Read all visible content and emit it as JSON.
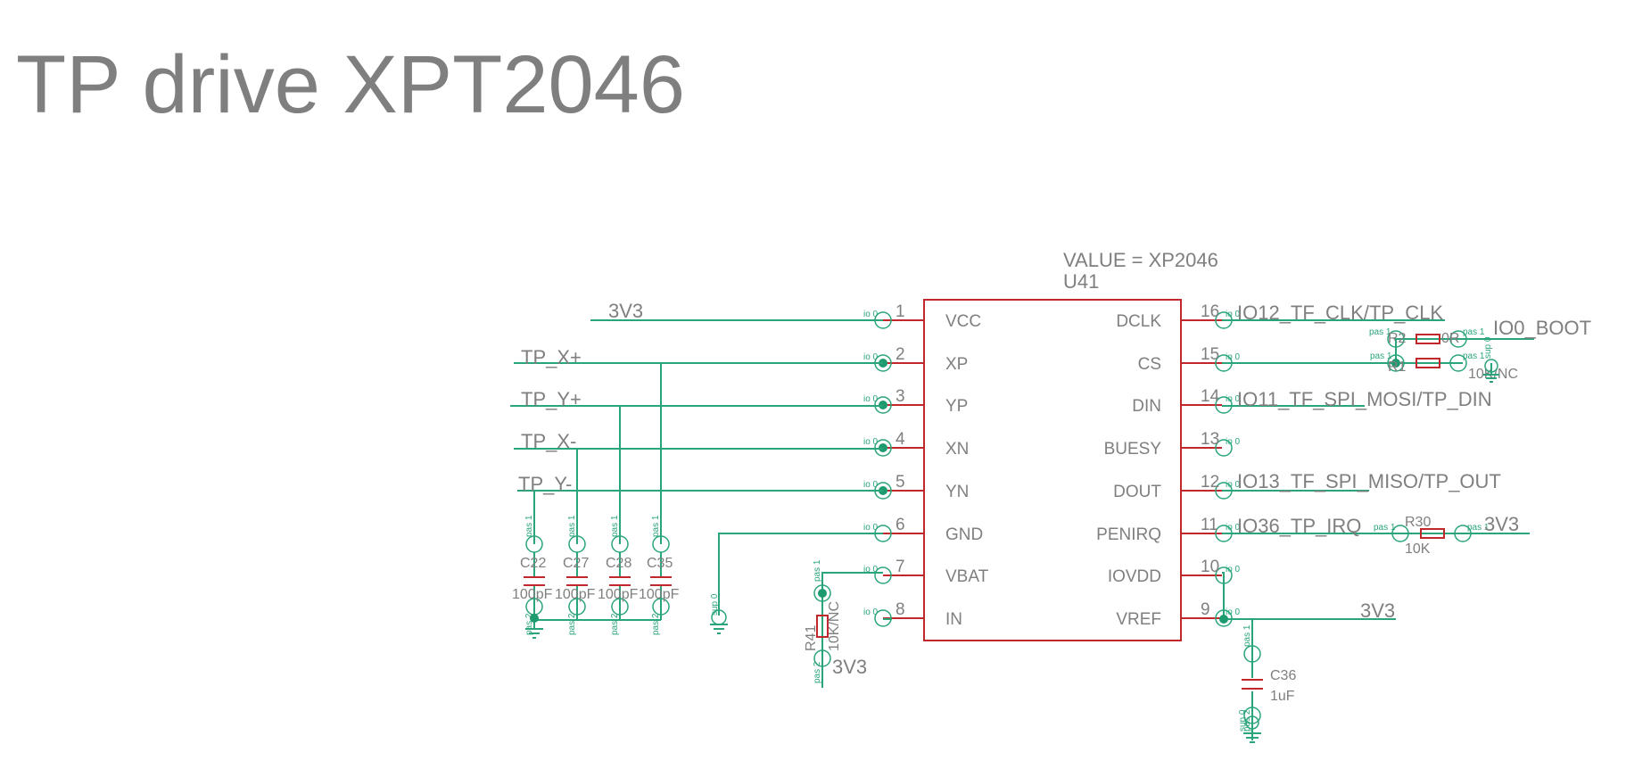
{
  "title": "TP drive XPT2046",
  "ic": {
    "value_label": "VALUE = XP2046",
    "refdes": "U41",
    "left_pins": [
      {
        "num": "1",
        "name": "VCC",
        "tag": "io 0"
      },
      {
        "num": "2",
        "name": "XP",
        "tag": "io 0"
      },
      {
        "num": "3",
        "name": "YP",
        "tag": "io 0"
      },
      {
        "num": "4",
        "name": "XN",
        "tag": "io 0"
      },
      {
        "num": "5",
        "name": "YN",
        "tag": "io 0"
      },
      {
        "num": "6",
        "name": "GND",
        "tag": "io 0"
      },
      {
        "num": "7",
        "name": "VBAT",
        "tag": "io 0"
      },
      {
        "num": "8",
        "name": "IN",
        "tag": "io 0"
      }
    ],
    "right_pins": [
      {
        "num": "16",
        "name": "DCLK",
        "tag": "io 0"
      },
      {
        "num": "15",
        "name": "CS",
        "tag": "io 0"
      },
      {
        "num": "14",
        "name": "DIN",
        "tag": "io 0"
      },
      {
        "num": "13",
        "name": "BUESY",
        "tag": "io 0"
      },
      {
        "num": "12",
        "name": "DOUT",
        "tag": "io 0"
      },
      {
        "num": "11",
        "name": "PENIRQ",
        "tag": "io 0"
      },
      {
        "num": "10",
        "name": "IOVDD",
        "tag": "io 0"
      },
      {
        "num": "9",
        "name": "VREF",
        "tag": "io 0"
      }
    ]
  },
  "nets": {
    "vcc_3v3": "3V3",
    "tp_xp": "TP_X+",
    "tp_yp": "TP_Y+",
    "tp_xn": "TP_X-",
    "tp_yn": "TP_Y-",
    "dclk": "IO12_TF_CLK/TP_CLK",
    "boot": "IO0_BOOT",
    "din": "IO11_TF_SPI_MOSI/TP_DIN",
    "dout": "IO13_TF_SPI_MISO/TP_OUT",
    "irq": "IO36_TP_IRQ",
    "irq_3v3": "3V3",
    "vref_3v3": "3V3",
    "r41_3v3": "3V3"
  },
  "components": {
    "caps": [
      {
        "ref": "C22",
        "value": "100pF"
      },
      {
        "ref": "C27",
        "value": "100pF"
      },
      {
        "ref": "C28",
        "value": "100pF"
      },
      {
        "ref": "C35",
        "value": "100pF"
      }
    ],
    "r41": {
      "ref": "R41",
      "value": "10K/NC"
    },
    "r30": {
      "ref": "R30",
      "value": "10K"
    },
    "r2": {
      "ref": "R2",
      "value": "0R"
    },
    "r1": {
      "ref": "R1",
      "value": "10K/NC"
    },
    "c36": {
      "ref": "C36",
      "value": "1uF"
    }
  },
  "pin_tags": {
    "pas1": "pas 1",
    "pas2": "pas 2",
    "sup0": "sup 0",
    "io0": "io 0"
  }
}
